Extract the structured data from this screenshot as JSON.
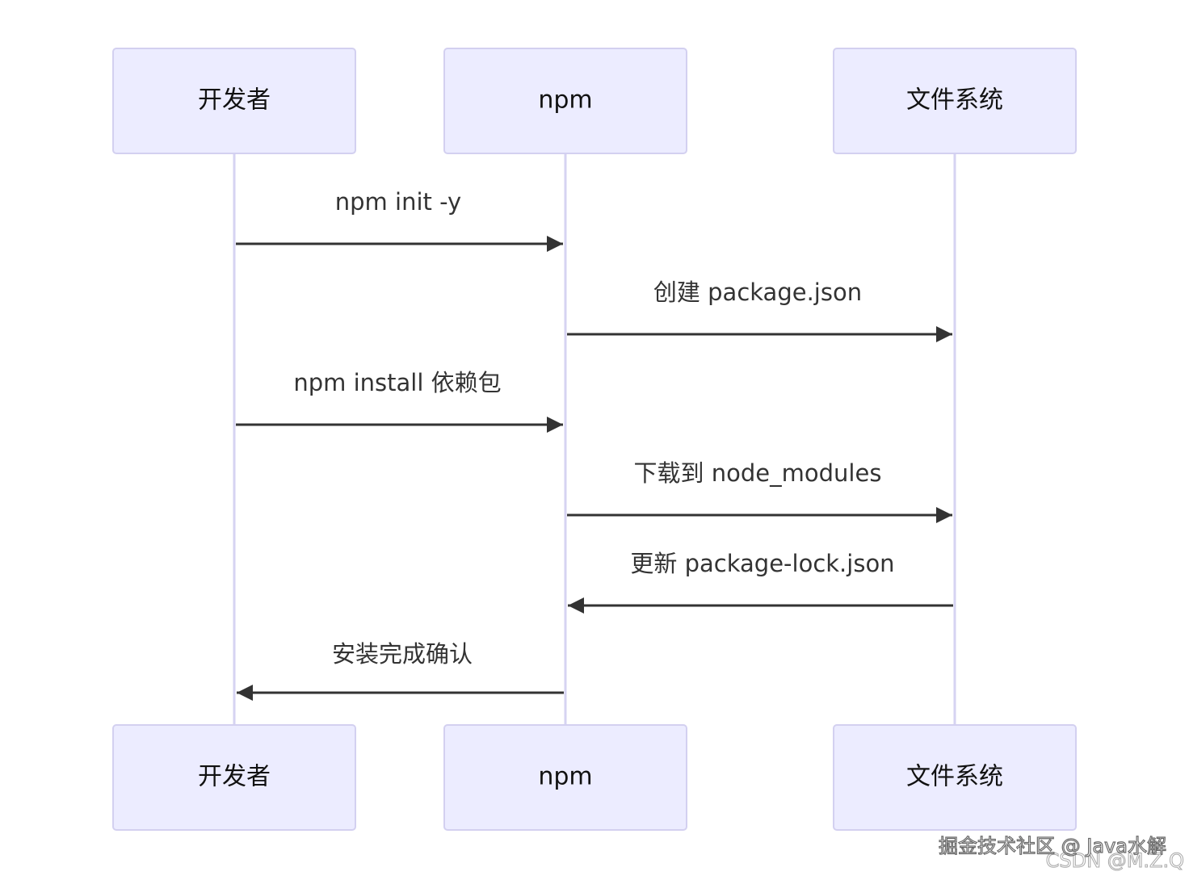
{
  "actors": [
    {
      "id": "dev",
      "label": "开发者"
    },
    {
      "id": "npm",
      "label": "npm"
    },
    {
      "id": "fs",
      "label": "文件系统"
    }
  ],
  "messages": [
    {
      "from": "dev",
      "to": "npm",
      "label": "npm init -y"
    },
    {
      "from": "npm",
      "to": "fs",
      "label": "创建 package.json"
    },
    {
      "from": "dev",
      "to": "npm",
      "label": "npm install 依赖包"
    },
    {
      "from": "npm",
      "to": "fs",
      "label": "下载到 node_modules"
    },
    {
      "from": "fs",
      "to": "npm",
      "label": "更新 package-lock.json"
    },
    {
      "from": "npm",
      "to": "dev",
      "label": "安装完成确认"
    }
  ],
  "watermarks": {
    "primary": "掘金技术社区 @ Java水解",
    "secondary": "CSDN @M.Z.Q"
  },
  "colors": {
    "actor_fill": "#ececff",
    "actor_stroke": "#d3d0f0",
    "lifeline": "#d6d3f2",
    "arrow": "#333333"
  }
}
